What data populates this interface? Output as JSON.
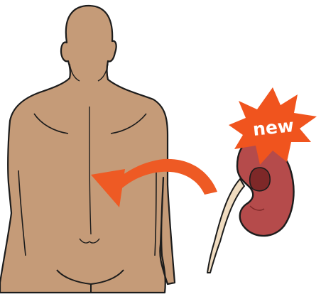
{
  "badge": {
    "text": "new"
  },
  "colors": {
    "skin": "#c59b78",
    "outline": "#1c1c1c",
    "arrow": "#ee5a24",
    "burst": "#f0541e",
    "kidney": "#b54b4b",
    "kidney_dark": "#7e2828",
    "ureter": "#f0dcc0",
    "badge_text": "#ffffff"
  },
  "icons": {
    "body": "human-back-figure",
    "arrow": "curved-arrow-left",
    "organ": "kidney",
    "badge": "starburst"
  }
}
